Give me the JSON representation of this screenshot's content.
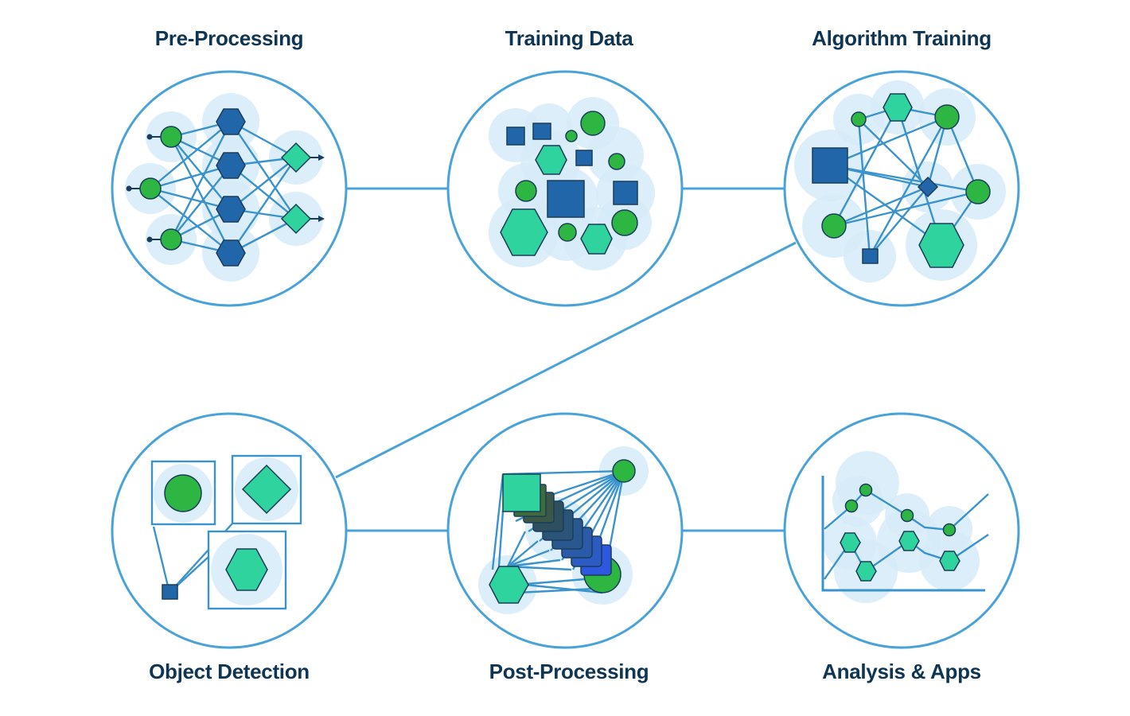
{
  "stages": [
    {
      "id": "pre-processing",
      "label": "Pre-Processing"
    },
    {
      "id": "training-data",
      "label": "Training Data"
    },
    {
      "id": "algorithm-training",
      "label": "Algorithm Training"
    },
    {
      "id": "object-detection",
      "label": "Object Detection"
    },
    {
      "id": "post-processing",
      "label": "Post-Processing"
    },
    {
      "id": "analysis-apps",
      "label": "Analysis & Apps"
    }
  ],
  "colors": {
    "ring": "#4aa3d8",
    "halo": "#d6ebf8",
    "green": "#2db742",
    "teal": "#2fd39d",
    "blue": "#2266aa",
    "dark_text": "#0e3553",
    "stroke": "#1a3d5c"
  },
  "icons": [
    "neural-network-icon",
    "scattered-shapes-icon",
    "graph-network-icon",
    "bounding-boxes-icon",
    "stacked-shapes-icon",
    "line-chart-icon"
  ]
}
